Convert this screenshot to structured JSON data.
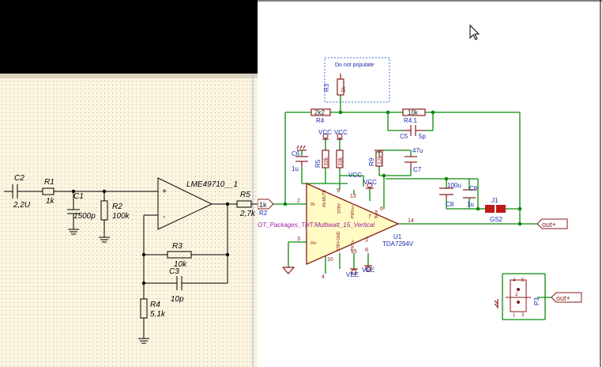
{
  "left": {
    "labels": {
      "c2": "C2",
      "c2_val": "2,2U",
      "r1": "R1",
      "r1_val": "1k",
      "c1": "C1",
      "c1_val": "1500p",
      "r2": "R2",
      "r2_val": "100k",
      "opamp": "LME49710__1",
      "plus": "+",
      "minus": "-",
      "r5": "R5",
      "r5_val": "2,7k",
      "r3": "R3",
      "r3_val": "10k",
      "c3": "C3",
      "c3_val": "10p",
      "r4": "R4",
      "r4_val": "5.1k"
    }
  },
  "right": {
    "labels": {
      "dnp": "Do not populate",
      "r3": "R3",
      "r3_val": "1k",
      "r4": "R4",
      "r4_val": "2k2",
      "r41": "R4.1",
      "r41_val": "10k",
      "c5": "C5",
      "c5_val": "5p",
      "c6": "C6",
      "c6_val": "1u",
      "r5": "R5",
      "r5_val": "33k",
      "r6_val": "33k",
      "vcc1": "VCC",
      "vcc2": "VCC",
      "r9": "R9",
      "r9_val": "12k",
      "c7": "C7",
      "c7_val": "47u",
      "vcc3": "VCC",
      "vcc4": "VCC",
      "c8": "C8",
      "c8_val": "100u",
      "c9": "C9",
      "c9_val": "1u",
      "j1": "J1",
      "gs2": "GS2",
      "out1": "out+",
      "out2": "out+",
      "r2_tag": "1k",
      "r2_name": "R2",
      "fp": "OT_Packages_THT:Multiwatt_15_Vertical",
      "u1": "U1",
      "ic": "TDA7294V",
      "vee1": "VEE",
      "vee2": "VEE",
      "pin2": "2",
      "pin3": "3",
      "pin4": "4",
      "pin9": "9",
      "pin10": "10",
      "pin13": "13",
      "pin6": "6",
      "pin14": "14",
      "pin15": "15",
      "pin8": "8",
      "pin7": "7",
      "in_minus": "IN-",
      "in_plus": "IN+",
      "mute": "IN+MUTE",
      "stby": "STBY",
      "stby_gnd": "STBY-GND",
      "pwvs_pos": "PWVs+",
      "pwvs_neg": "PWVs-",
      "vs_neg": "Vs-",
      "boot": "Boot",
      "p3": "P3",
      "p3_1": "1",
      "p3_2": "2",
      "p3_3": "3",
      "p3_4": "4",
      "p3_5": "5"
    }
  },
  "colors": {
    "wire": "#0a8a0a",
    "component": "#8b1a1a",
    "label": "#1a2dad",
    "ic_fill": "#fffbc2",
    "hier_label": "#8b1a1a",
    "footprint": "#a020a0",
    "grid_bg": "#fdf6e0"
  }
}
